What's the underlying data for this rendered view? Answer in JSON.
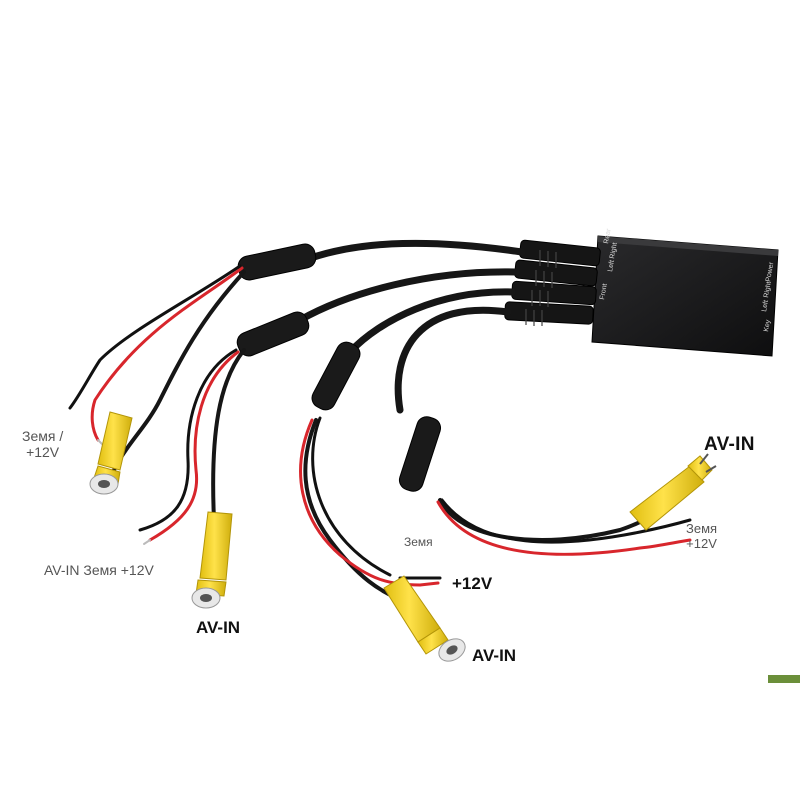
{
  "box_labels": {
    "front": "Front",
    "left_top": "Left",
    "right_top": "Right",
    "rear": "Rear",
    "key": "Key",
    "left_bottom": "Left",
    "right_bottom": "Right",
    "power": "Power"
  },
  "labels": {
    "l1_line1": "Земя /",
    "l1_line2": "+12V",
    "l2": "AV-IN Земя +12V",
    "l2_avin": "AV-IN",
    "l3_zemya": "Земя",
    "l3_plus12": "+12V",
    "l3_avin": "AV-IN",
    "l4_avin": "AV-IN",
    "l4_zemya": "Земя",
    "l4_plus12": "+12V"
  },
  "colors": {
    "cable": "#161616",
    "box": "#1c1c1e",
    "rca_yellow": "#f2d21a",
    "wire_red": "#d8262c"
  }
}
